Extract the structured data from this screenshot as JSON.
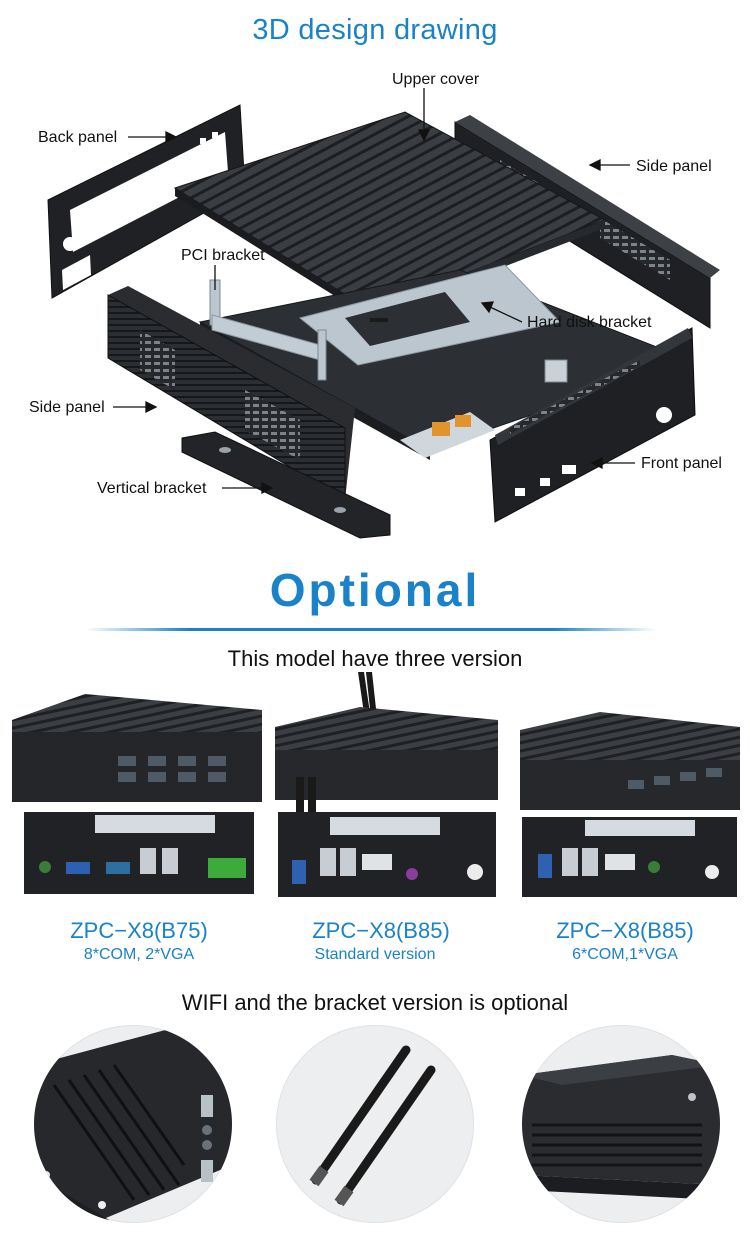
{
  "section1": {
    "title": "3D design drawing",
    "callouts": {
      "upper_cover": "Upper cover",
      "back_panel": "Back panel",
      "side_panel_right": "Side panel",
      "pci_bracket": "PCI bracket",
      "hard_disk_bracket": "Hard disk bracket",
      "side_panel_left": "Side panel",
      "front_panel": "Front panel",
      "vertical_bracket": "Vertical bracket"
    }
  },
  "section2": {
    "title": "Optional",
    "subtitle": "This model have three version",
    "models": [
      {
        "name": "ZPC−X8(B75)",
        "note": "8*COM, 2*VGA"
      },
      {
        "name": "ZPC−X8(B85)",
        "note": "Standard version"
      },
      {
        "name": "ZPC−X8(B85)",
        "note": "6*COM,1*VGA"
      }
    ],
    "options_title": "WIFI and the bracket version is optional"
  },
  "colors": {
    "accent": "#1a82c8",
    "metal_dark": "#2a2c30",
    "bracket_silver": "#b8c3cc",
    "connector_green": "#3cab3c",
    "circle_bg": "#eceef0"
  }
}
